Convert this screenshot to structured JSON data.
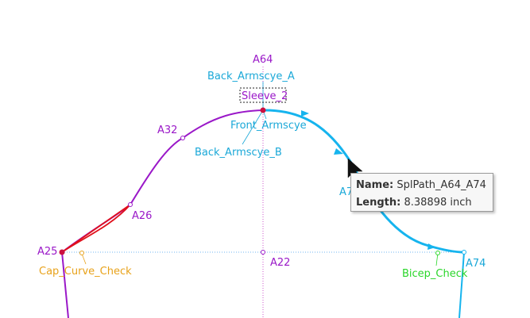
{
  "points": {
    "a64": "A64",
    "a32": "A32",
    "a26": "A26",
    "a25": "A25",
    "a22": "A22",
    "a74": "A74",
    "a7_partial": "A7"
  },
  "labels": {
    "back_armscye_a": "Back_Armscye_A",
    "sleeve_2": "Sleeve_2",
    "front_armscye": "Front_Armscye",
    "back_armscye_b": "Back_Armscye_B",
    "cap_curve_check": "Cap_Curve_Check",
    "bicep_check": "Bicep_Check"
  },
  "tooltip": {
    "name_key": "Name:",
    "name_value": "SplPath_A64_A74",
    "length_key": "Length:",
    "length_value": "8.38898 inch"
  },
  "colors": {
    "purple": "#9a18c8",
    "cyan": "#16b4ee",
    "cyan_label": "#1aa8d8",
    "red": "#e0101c",
    "orange": "#e8a21a",
    "green": "#2ad62a",
    "dotted_blue": "#6fb6f0",
    "dotted_magenta": "#cc55cc",
    "crimson_point": "#cc1040"
  }
}
